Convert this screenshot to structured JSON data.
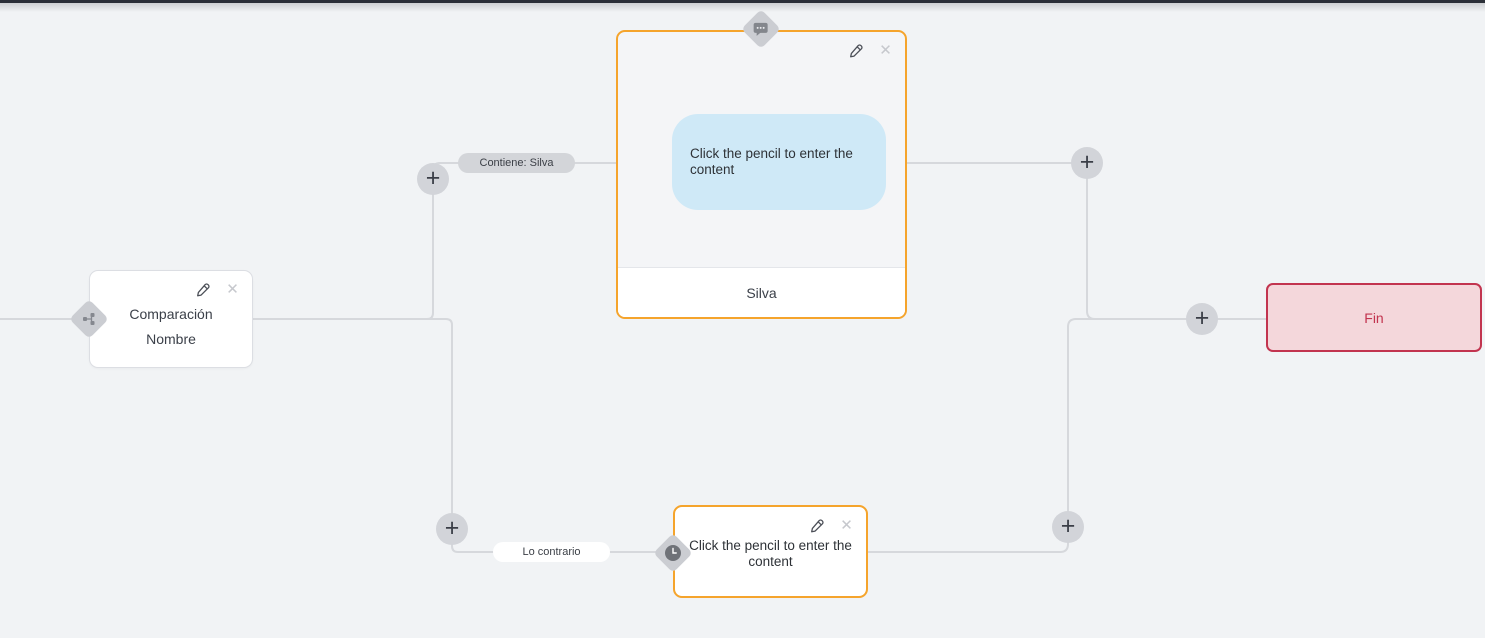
{
  "canvas": {
    "background": "#f1f3f5",
    "edge_color": "#d6d8dc",
    "topbar_color": "#2b2f38"
  },
  "colors": {
    "accent_orange": "#f5a42c",
    "bubble_blue": "#cfe9f7",
    "end_bg": "#f4d7db",
    "end_border": "#c2344f",
    "end_text": "#c2344f"
  },
  "symbols": {
    "add": "+",
    "close": "✕"
  },
  "nodes": {
    "condition": {
      "line1": "Comparación",
      "line2": "Nombre"
    },
    "message": {
      "bubble_text": "Click the pencil to enter the content",
      "footer": "Silva"
    },
    "action": {
      "text": "Click the pencil to enter the content"
    },
    "end": {
      "label": "Fin"
    }
  },
  "edge_labels": {
    "contains": "Contiene: Silva",
    "otherwise": "Lo contrario"
  }
}
